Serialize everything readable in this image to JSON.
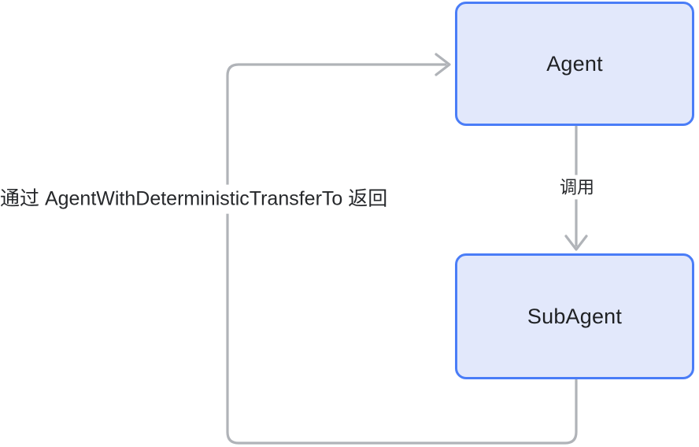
{
  "diagram": {
    "type": "flowchart",
    "title": "",
    "background_color": "#ffffff",
    "node_fill_color": "#e2e8fb",
    "node_border_color": "#4a7df7",
    "edge_color": "#b0b3b8",
    "text_color": "#1f2124",
    "nodes": [
      {
        "id": "agent",
        "label": "Agent"
      },
      {
        "id": "subagent",
        "label": "SubAgent"
      }
    ],
    "edges": [
      {
        "id": "call",
        "from": "agent",
        "to": "subagent",
        "label": "调用",
        "direction": "down"
      },
      {
        "id": "return",
        "from": "subagent",
        "to": "agent",
        "label": "通过 AgentWithDeterministicTransferTo 返回",
        "direction": "loop-left"
      }
    ]
  }
}
